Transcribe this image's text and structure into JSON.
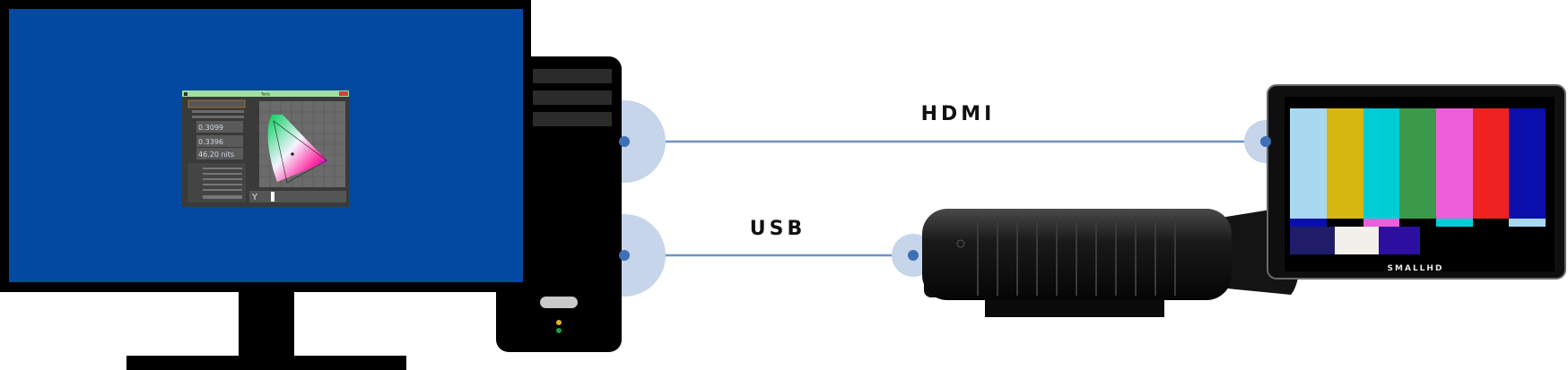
{
  "connections": {
    "hdmi": {
      "label": "HDMI"
    },
    "usb": {
      "label": "USB"
    }
  },
  "software": {
    "title": "Tools",
    "values": {
      "x": "0.3099",
      "y": "0.3396",
      "luminance": "46.20 nits"
    },
    "graph_label": "Y"
  },
  "field_monitor": {
    "brand": "SMALLHD"
  },
  "colors": {
    "desktop_screen": "#0349a2",
    "connection_line": "#6e93c6",
    "port_halo": "#c6d5ea",
    "port_dot": "#3f6fb5",
    "bars": [
      "#a8d8f0",
      "#d6b810",
      "#00cdd3",
      "#3b9a4a",
      "#ec5fd8",
      "#ef2222",
      "#0a0fac"
    ],
    "sub_bars": [
      "#0a0fac",
      "#000000",
      "#ec5fd8",
      "#000000",
      "#00cdd3",
      "#000000",
      "#a8d8f0"
    ],
    "pluge": [
      "#1f1c6a",
      "#f2f0ea",
      "#2d0fa0",
      "#000000"
    ]
  },
  "icons": [
    "desktop-monitor",
    "pc-tower",
    "colorimeter-probe",
    "field-monitor"
  ]
}
